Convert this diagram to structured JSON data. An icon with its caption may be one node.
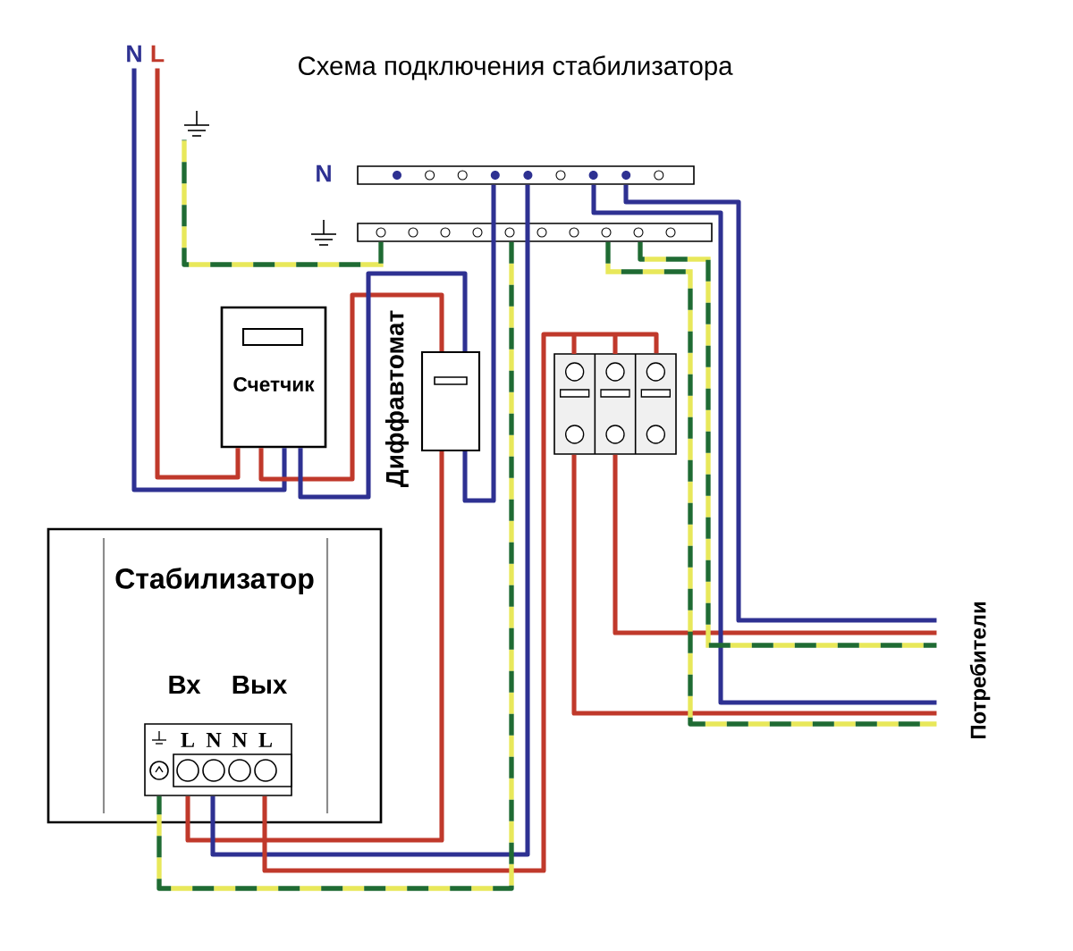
{
  "diagram": {
    "title": "Схема подключения стабилизатора",
    "nodes": [
      {
        "text": [
          "N"
        ]
      },
      {
        "text": [
          "L"
        ]
      },
      {
        "text": [],
        "shape": "ground"
      },
      {
        "text": [
          "N"
        ]
      },
      {
        "text": [],
        "shape": "bar"
      },
      {
        "text": [
          "Счетчик"
        ]
      },
      {
        "text": [
          "Диффавтомат"
        ]
      },
      {
        "text": [],
        "shape": "box"
      },
      {
        "text": [
          "Стабилизатор",
          "Вх",
          "Вых"
        ]
      },
      {
        "text": [
          "L",
          "N",
          "N",
          "L"
        ],
        "in": 8
      },
      {
        "text": [
          "Потребители"
        ]
      }
    ],
    "edges": [
      {
        "from": 1,
        "to": 5,
        "arrow": "none",
        "color": "#c0392b"
      },
      {
        "from": 0,
        "to": 5,
        "arrow": "none",
        "color": "#2e3192"
      },
      {
        "from": 5,
        "to": 6,
        "arrow": "none",
        "color": "#c0392b"
      },
      {
        "from": 5,
        "to": 6,
        "arrow": "none",
        "color": "#2e3192"
      },
      {
        "from": 4,
        "to": 2,
        "arrow": "none",
        "style": "dashed",
        "color": "#e8e85a"
      },
      {
        "from": 6,
        "to": 9,
        "arrow": "none",
        "color": "#c0392b"
      },
      {
        "from": 6,
        "to": 3,
        "arrow": "none",
        "color": "#2e3192"
      },
      {
        "from": 3,
        "to": 9,
        "arrow": "none",
        "color": "#2e3192"
      },
      {
        "from": 9,
        "to": 7,
        "arrow": "none",
        "color": "#c0392b"
      },
      {
        "from": 4,
        "to": 9,
        "arrow": "none",
        "style": "dashed",
        "color": "#e8e85a"
      },
      {
        "from": 7,
        "to": 10,
        "arrow": "none",
        "color": "#c0392b"
      },
      {
        "from": 7,
        "to": 10,
        "arrow": "none",
        "color": "#c0392b"
      },
      {
        "from": 3,
        "to": 10,
        "arrow": "none",
        "color": "#2e3192"
      },
      {
        "from": 3,
        "to": 10,
        "arrow": "none",
        "color": "#2e3192"
      },
      {
        "from": 4,
        "to": 10,
        "arrow": "none",
        "style": "dashed",
        "color": "#e8e85a"
      },
      {
        "from": 4,
        "to": 10,
        "arrow": "none",
        "style": "dashed",
        "color": "#e8e85a"
      }
    ]
  }
}
